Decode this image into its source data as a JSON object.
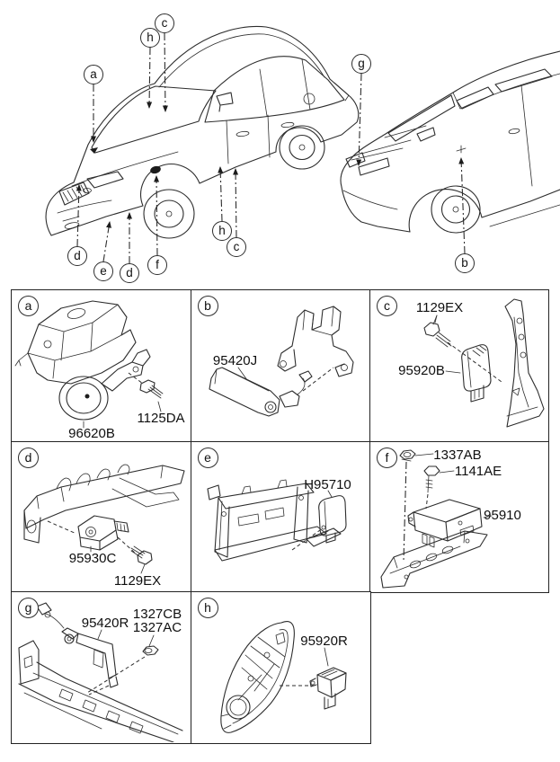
{
  "colors": {
    "line": "#2d2d2d",
    "text": "#111111",
    "background": "#ffffff"
  },
  "callouts": [
    "a",
    "h",
    "c",
    "d",
    "e",
    "d",
    "f",
    "h",
    "c",
    "g",
    "b"
  ],
  "cells": [
    {
      "letter": "a",
      "parts": [
        "96620B",
        "1125DA"
      ]
    },
    {
      "letter": "b",
      "parts": [
        "95420J"
      ]
    },
    {
      "letter": "c",
      "parts": [
        "1129EX",
        "95920B"
      ]
    },
    {
      "letter": "d",
      "parts": [
        "95930C",
        "1129EX"
      ]
    },
    {
      "letter": "e",
      "parts": [
        "H95710"
      ]
    },
    {
      "letter": "f",
      "parts": [
        "1337AB",
        "1141AE",
        "95910"
      ]
    },
    {
      "letter": "g",
      "parts": [
        "95420R",
        "1327CB",
        "1327AC"
      ]
    },
    {
      "letter": "h",
      "parts": [
        "95920R"
      ]
    }
  ]
}
